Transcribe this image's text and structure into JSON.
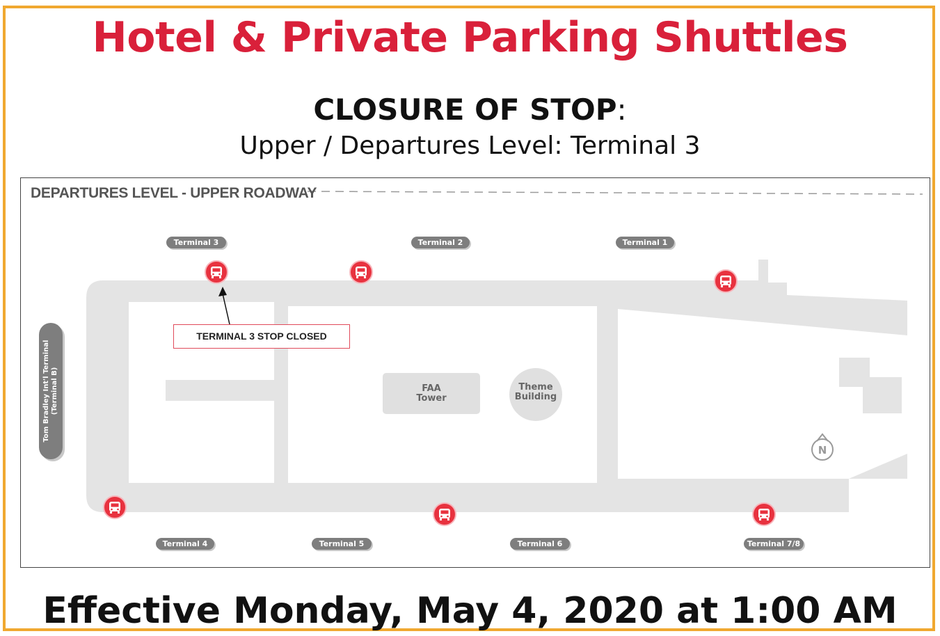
{
  "title": "Hotel & Private Parking Shuttles",
  "closure_heading": "CLOSURE OF STOP",
  "closure_colon": ":",
  "level_line": "Upper / Departures Level: Terminal 3",
  "map": {
    "header": "DEPARTURES LEVEL - UPPER ROADWAY",
    "terminals_top": [
      "Terminal 3",
      "Terminal 2",
      "Terminal 1"
    ],
    "terminals_bottom": [
      "Terminal 4",
      "Terminal 5",
      "Terminal 6",
      "Terminal 7/8"
    ],
    "tom_bradley_line1": "Tom Bradley Int'l Terminal",
    "tom_bradley_line2": "(Terminal B)",
    "faa_tower_line1": "FAA",
    "faa_tower_line2": "Tower",
    "theme_building_line1": "Theme",
    "theme_building_line2": "Building",
    "closed_callout": "TERMINAL 3 STOP CLOSED",
    "north_label": "N",
    "bus_icon": "bus-stop-icon",
    "road_color": "#e4e4e4",
    "stop_color": "#e8323f"
  },
  "effective": "Effective Monday, May 4, 2020 at 1:00 AM",
  "colors": {
    "title": "#d9203a",
    "frame": "#f0a830"
  }
}
